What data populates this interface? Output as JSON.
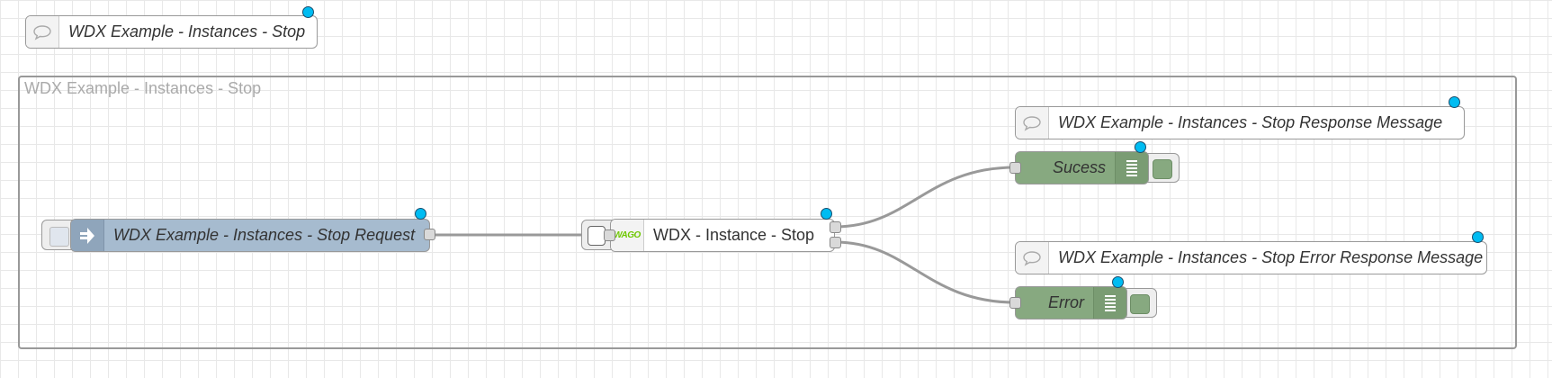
{
  "comment_top": {
    "label": "WDX Example - Instances - Stop",
    "icon": "comment-icon"
  },
  "group": {
    "label": "WDX Example - Instances - Stop"
  },
  "inject_node": {
    "label": "WDX Example - Instances - Stop Request",
    "icon": "inject-arrow-icon",
    "color": "#a6bbcf"
  },
  "wdx_node": {
    "label": "WDX - Instance - Stop",
    "icon": "wago-logo-icon",
    "logo_text": "WAGO"
  },
  "comment_success": {
    "label": "WDX Example - Instances - Stop Response Message"
  },
  "debug_success": {
    "label": "Sucess",
    "color": "#87a980"
  },
  "comment_error": {
    "label": "WDX Example - Instances - Stop Error Response Message"
  },
  "debug_error": {
    "label": "Error",
    "color": "#87a980"
  },
  "colors": {
    "changed_dot": "#00bcf2",
    "wire": "#999999",
    "group_border": "#999999"
  }
}
